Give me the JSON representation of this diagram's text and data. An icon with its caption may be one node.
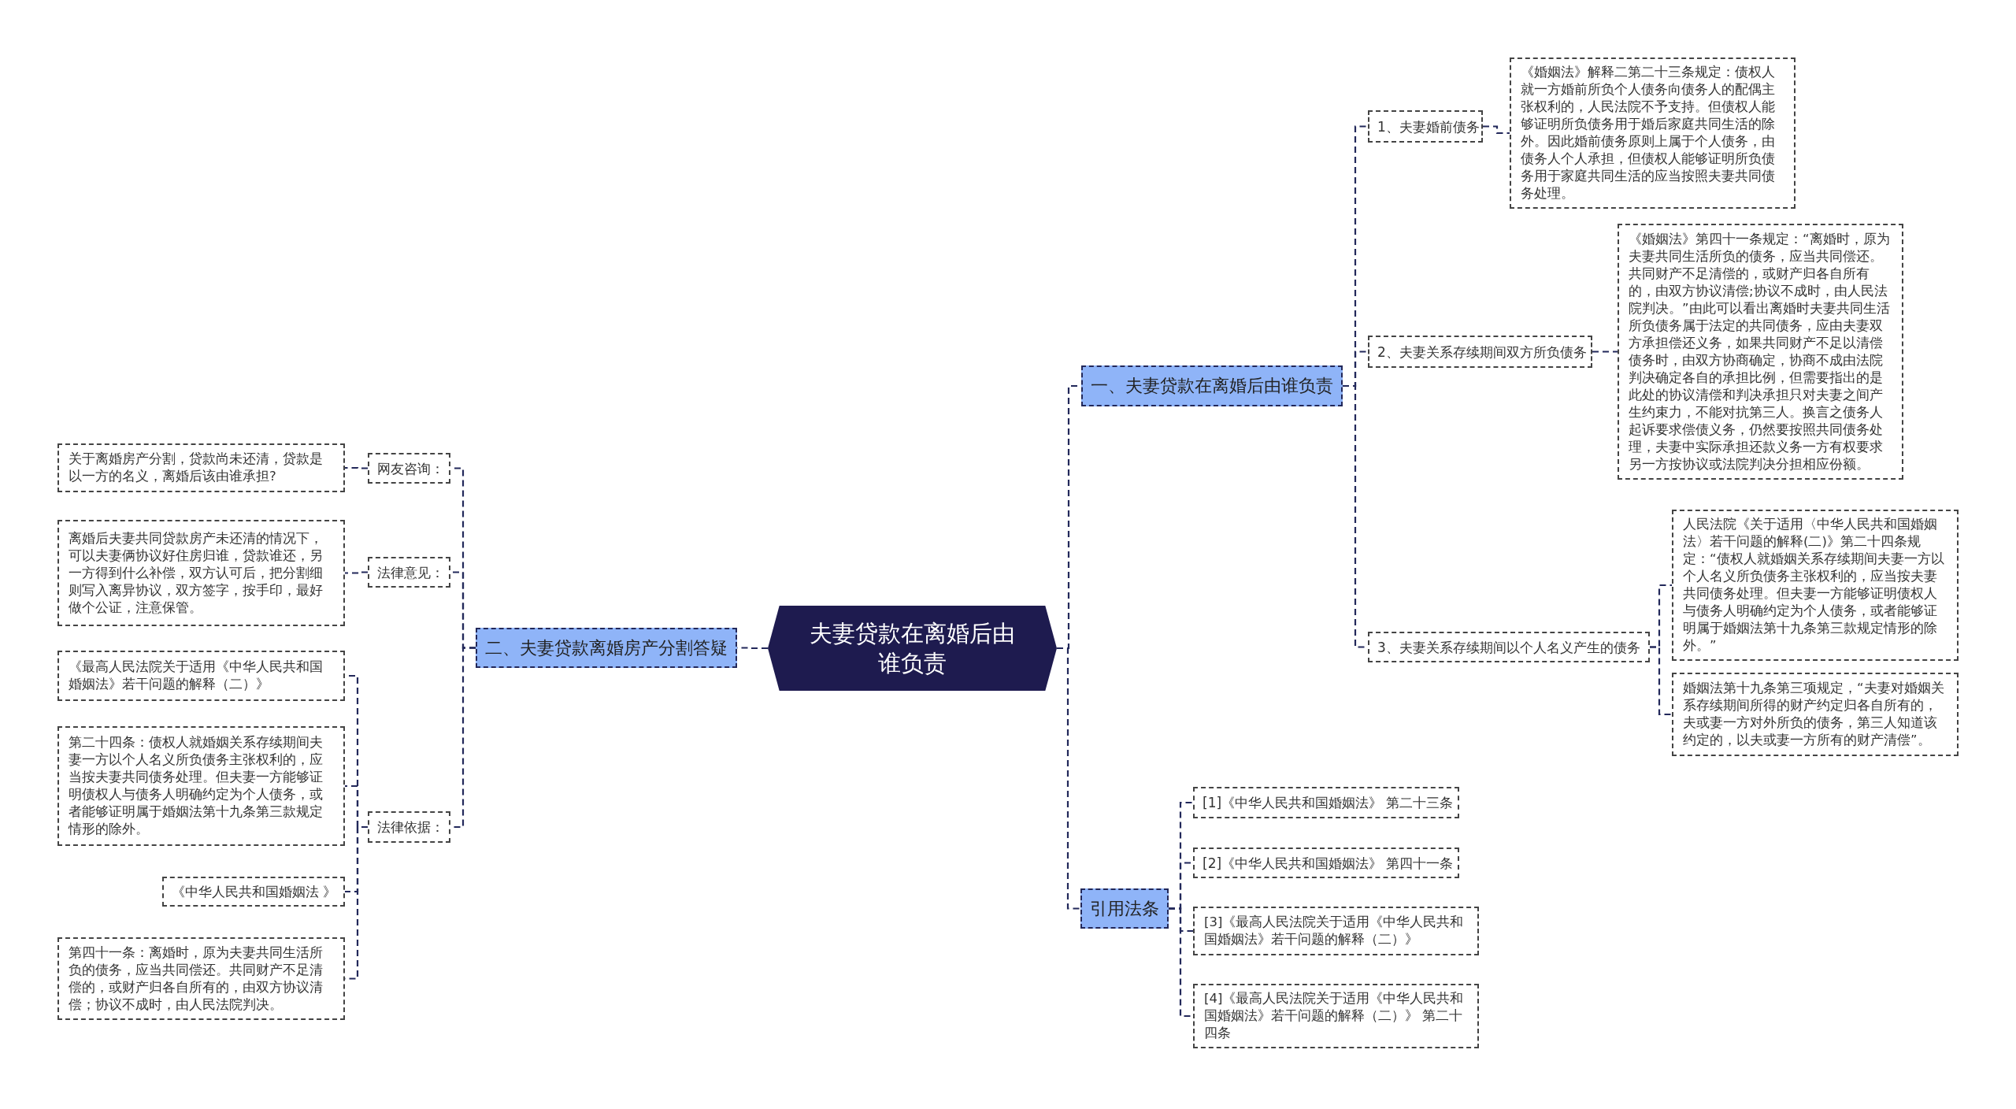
{
  "diagram": {
    "nodes": [
      {
        "text": [
          "夫妻贷款在离婚后由谁负责"
        ]
      },
      {
        "text": [
          "一、夫妻贷款在离婚后由谁负责"
        ]
      },
      {
        "text": [
          "1、夫妻婚前债务"
        ]
      },
      {
        "text": [
          "《婚姻法》解释二第二十三条规定：债权人就一方婚前所负个人债务向债务人的配偶主张权利的，人民法院不予支持。但债权人能够证明所负债务用于婚后家庭共同生活的除外。因此婚前债务原则上属于个人债务，由债务人个人承担，但债权人能够证明所负债务用于家庭共同生活的应当按照夫妻共同债务处理。"
        ]
      },
      {
        "text": [
          "2、夫妻关系存续期间双方所负债务"
        ]
      },
      {
        "text": [
          "《婚姻法》第四十一条规定：“离婚时，原为夫妻共同生活所负的债务，应当共同偿还。共同财产不足清偿的，或财产归各自所有的，由双方协议清偿;协议不成时，由人民法院判决。”由此可以看出离婚时夫妻共同生活所负债务属于法定的共同债务，应由夫妻双方承担偿还义务，如果共同财产不足以清偿债务时，由双方协商确定，协商不成由法院判决确定各自的承担比例，但需要指出的是此处的协议清偿和判决承担只对夫妻之间产生约束力，不能对抗第三人。换言之债务人起诉要求偿债义务，仍然要按照共同债务处理，夫妻中实际承担还款义务一方有权要求另一方按协议或法院判决分担相应份额。"
        ]
      },
      {
        "text": [
          "3、夫妻关系存续期间以个人名义产生的债务"
        ]
      },
      {
        "text": [
          "人民法院《关于适用〈中华人民共和国婚姻法〉若干问题的解释(二)》第二十四条规定：“债权人就婚姻关系存续期间夫妻一方以个人名义所负债务主张权利的，应当按夫妻共同债务处理。但夫妻一方能够证明债权人与债务人明确约定为个人债务，或者能够证明属于婚姻法第十九条第三款规定情形的除外。”"
        ]
      },
      {
        "text": [
          "婚姻法第十九条第三项规定，“夫妻对婚姻关系存续期间所得的财产约定归各自所有的，夫或妻一方对外所负的债务，第三人知道该约定的，以夫或妻一方所有的财产清偿”。"
        ]
      },
      {
        "text": [
          "引用法条"
        ]
      },
      {
        "text": [
          "[1]《中华人民共和国婚姻法》 第二十三条"
        ]
      },
      {
        "text": [
          "[2]《中华人民共和国婚姻法》 第四十一条"
        ]
      },
      {
        "text": [
          "[3]《最高人民法院关于适用《中华人民共和国婚姻法》若干问题的解释（二）》"
        ]
      },
      {
        "text": [
          "[4]《最高人民法院关于适用《中华人民共和国婚姻法》若干问题的解释（二）》 第二十四条"
        ]
      },
      {
        "text": [
          "二、夫妻贷款离婚房产分割答疑"
        ]
      },
      {
        "text": [
          "网友咨询："
        ]
      },
      {
        "text": [
          "关于离婚房产分割，贷款尚未还清，贷款是以一方的名义，离婚后该由谁承担?"
        ]
      },
      {
        "text": [
          "法律意见："
        ]
      },
      {
        "text": [
          "离婚后夫妻共同贷款房产未还清的情况下，可以夫妻俩协议好住房归谁，贷款谁还，另一方得到什么补偿，双方认可后，把分割细则写入离异协议，双方签字，按手印，最好做个公证，注意保管。"
        ]
      },
      {
        "text": [
          "法律依据："
        ]
      },
      {
        "text": [
          "《最高人民法院关于适用《中华人民共和国婚姻法》若干问题的解释（二）》"
        ]
      },
      {
        "text": [
          "第二十四条：债权人就婚姻关系存续期间夫妻一方以个人名义所负债务主张权利的，应当按夫妻共同债务处理。但夫妻一方能够证明债权人与债务人明确约定为个人债务，或者能够证明属于婚姻法第十九条第三款规定情形的除外。"
        ]
      },
      {
        "text": [
          "《中华人民共和国婚姻法 》"
        ]
      },
      {
        "text": [
          "第四十一条：离婚时，原为夫妻共同生活所负的债务，应当共同偿还。共同财产不足清偿的，或财产归各自所有的，由双方协议清偿；协议不成时，由人民法院判决。"
        ]
      }
    ],
    "edges": [
      {
        "from": 0,
        "to": 1,
        "arrow": "none"
      },
      {
        "from": 1,
        "to": 2,
        "arrow": "none"
      },
      {
        "from": 2,
        "to": 3,
        "arrow": "none"
      },
      {
        "from": 1,
        "to": 4,
        "arrow": "none"
      },
      {
        "from": 4,
        "to": 5,
        "arrow": "none"
      },
      {
        "from": 1,
        "to": 6,
        "arrow": "none"
      },
      {
        "from": 6,
        "to": 7,
        "arrow": "none"
      },
      {
        "from": 6,
        "to": 8,
        "arrow": "none"
      },
      {
        "from": 0,
        "to": 9,
        "arrow": "none"
      },
      {
        "from": 9,
        "to": 10,
        "arrow": "none"
      },
      {
        "from": 9,
        "to": 11,
        "arrow": "none"
      },
      {
        "from": 9,
        "to": 12,
        "arrow": "none"
      },
      {
        "from": 9,
        "to": 13,
        "arrow": "none"
      },
      {
        "from": 0,
        "to": 14,
        "arrow": "none"
      },
      {
        "from": 14,
        "to": 15,
        "arrow": "none"
      },
      {
        "from": 15,
        "to": 16,
        "arrow": "none"
      },
      {
        "from": 14,
        "to": 17,
        "arrow": "none"
      },
      {
        "from": 17,
        "to": 18,
        "arrow": "none"
      },
      {
        "from": 14,
        "to": 19,
        "arrow": "none"
      },
      {
        "from": 19,
        "to": 20,
        "arrow": "none"
      },
      {
        "from": 19,
        "to": 21,
        "arrow": "none"
      },
      {
        "from": 19,
        "to": 22,
        "arrow": "none"
      },
      {
        "from": 19,
        "to": 23,
        "arrow": "none"
      }
    ]
  }
}
